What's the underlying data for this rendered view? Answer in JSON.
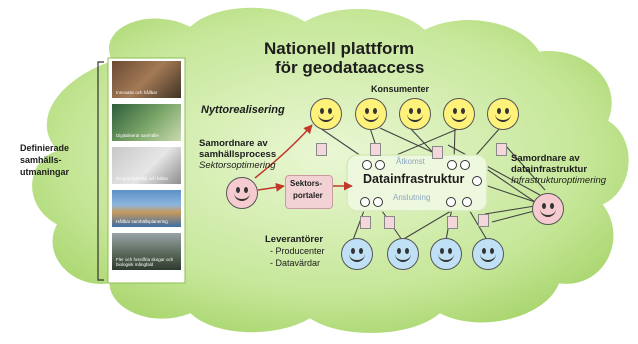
{
  "title": {
    "line1": "Nationell plattform",
    "line2": "för geodataaccess"
  },
  "left_label": {
    "line1": "Definierade",
    "line2": "samhälls-",
    "line3": "utmaningar"
  },
  "thumbnails": [
    "Innovativ och hållbar",
    "Digitaliserat samhälle",
    "En god livsmiljö och hälsa",
    "Hållbar samhällsplanering",
    "Fler och fossilfria skogar och biologisk mångfald"
  ],
  "nyttorealisering": "Nyttorealisering",
  "konsumenter": "Konsumenter",
  "samordnare_process": {
    "line1": "Samordnare av",
    "line2": "samhällsprocess",
    "line3": "Sektorsoptimering"
  },
  "sektorsportaler": {
    "line1": "Sektors-",
    "line2": "portaler"
  },
  "datainfrastruktur": {
    "title": "Datainfrastruktur",
    "atkomst": "Åtkomst",
    "anslutning": "Anslutning"
  },
  "samordnare_infra": {
    "line1": "Samordnare av",
    "line2": "datainfrastruktur",
    "line3": "Infrastrukturoptimering"
  },
  "leverantorer": {
    "title": "Leverantörer",
    "item1": "- Producenter",
    "item2": "- Datavärdar"
  },
  "colors": {
    "cloud": "#b7df80",
    "consumer_face": "#fff27a",
    "supplier_face": "#bfe0f5",
    "coordinator_face": "#f6cbd0",
    "arrow": "#c0392b"
  }
}
